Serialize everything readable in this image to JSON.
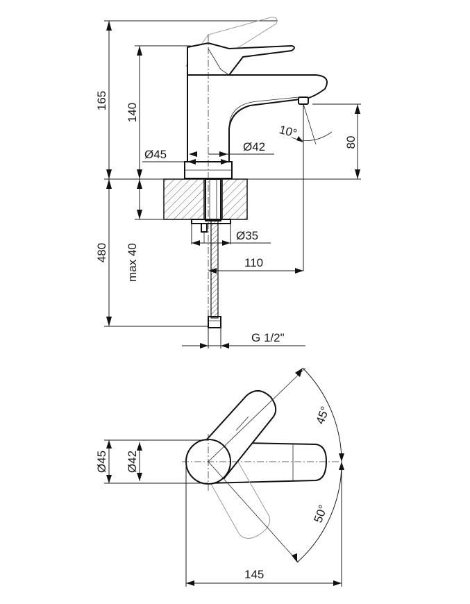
{
  "dimensions": {
    "total_height": "165",
    "body_height": "140",
    "base_diameter": "Ø45",
    "body_diameter": "Ø42",
    "spout_tilt": "10°",
    "spout_clearance": "80",
    "hose_length": "480",
    "max_thickness": "max 40",
    "mount_hole": "Ø35",
    "spout_reach": "110",
    "connection_thread": "G 1/2\"",
    "top_base_diameter": "Ø45",
    "top_body_diameter": "Ø42",
    "rotation_left": "45°",
    "rotation_right": "50°",
    "overall_length": "145"
  }
}
